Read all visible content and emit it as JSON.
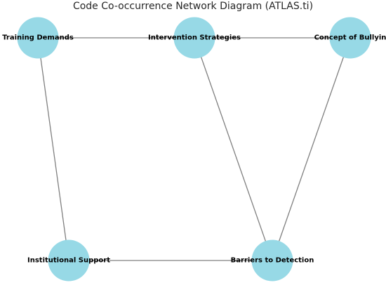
{
  "title": "Code Co-occurrence Network Diagram (ATLAS.ti)",
  "colors": {
    "node_fill": "#97d9e6",
    "edge_stroke": "#808080",
    "label_text": "#000000"
  },
  "nodes": [
    {
      "id": "training",
      "label": "Training Demands"
    },
    {
      "id": "intervention",
      "label": "Intervention Strategies"
    },
    {
      "id": "concept",
      "label": "Concept of Bullyin"
    },
    {
      "id": "institutional",
      "label": "Institutional Support"
    },
    {
      "id": "barriers",
      "label": "Barriers to Detection"
    }
  ],
  "edges": [
    {
      "source": "training",
      "target": "intervention"
    },
    {
      "source": "intervention",
      "target": "concept"
    },
    {
      "source": "training",
      "target": "institutional"
    },
    {
      "source": "intervention",
      "target": "barriers"
    },
    {
      "source": "concept",
      "target": "barriers"
    },
    {
      "source": "institutional",
      "target": "barriers"
    }
  ]
}
